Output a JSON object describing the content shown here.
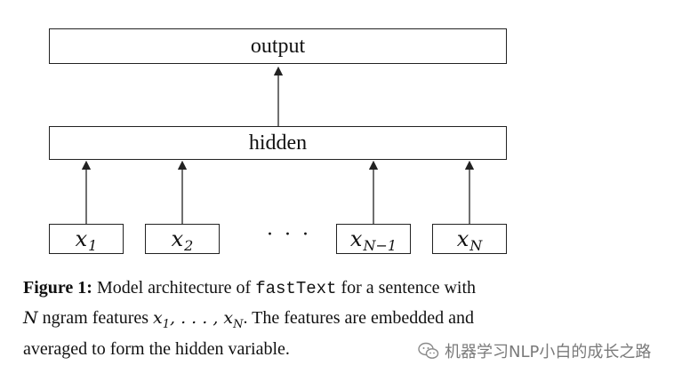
{
  "diagram": {
    "output_label": "output",
    "hidden_label": "hidden",
    "inputs": [
      {
        "var": "x",
        "sub": "1"
      },
      {
        "var": "x",
        "sub": "2"
      },
      {
        "var": "x",
        "sub": "N−1"
      },
      {
        "var": "x",
        "sub": "N"
      }
    ],
    "ellipsis": "· · ·"
  },
  "caption": {
    "fig_label": "Figure 1:",
    "text_1": " Model architecture of ",
    "code": "fastText",
    "text_2": " for a sentence with",
    "math_N": "N",
    "text_3": " ngram features ",
    "math_x": "x",
    "math_sub1": "1",
    "math_mid": ", . . . , ",
    "math_x2": "x",
    "math_subN": "N",
    "text_4": ". The features are embedded and",
    "line_3": "averaged to form the hidden variable."
  },
  "watermark": {
    "text": "机器学习NLP小白的成长之路",
    "icon": "wechat-icon"
  }
}
